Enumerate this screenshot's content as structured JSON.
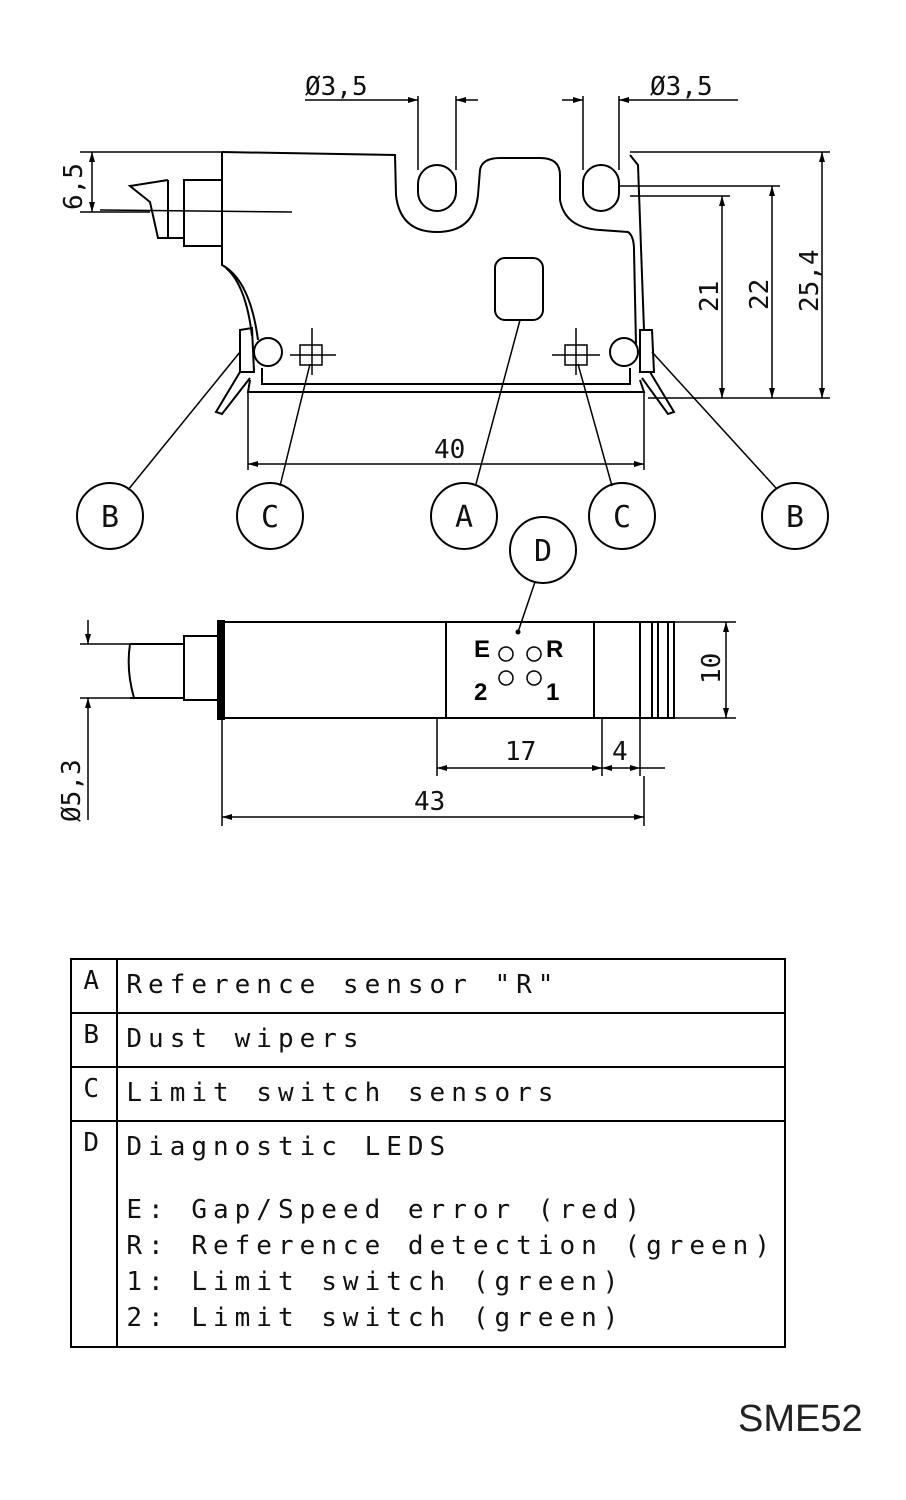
{
  "dimensions": {
    "hole_left": "Ø3,5",
    "hole_right": "Ø3,5",
    "cable_top": "6,5",
    "h21": "21",
    "h22": "22",
    "h25": "25,4",
    "width40": "40",
    "height10": "10",
    "cable_dia": "Ø5,3",
    "len17": "17",
    "len4": "4",
    "len43": "43"
  },
  "callouts": {
    "b_left": "B",
    "c_left": "C",
    "a": "A",
    "c_right": "C",
    "b_right": "B",
    "d": "D"
  },
  "leds": {
    "e": "E",
    "r": "R",
    "two": "2",
    "one": "1"
  },
  "legend": {
    "rows": [
      {
        "key": "A",
        "text": "Reference sensor \"R\""
      },
      {
        "key": "B",
        "text": "Dust wipers"
      },
      {
        "key": "C",
        "text": "Limit switch sensors"
      },
      {
        "key": "D",
        "text": "Diagnostic LEDS"
      }
    ],
    "d_items": [
      "E: Gap/Speed error (red)",
      "R: Reference detection (green)",
      "1: Limit switch (green)",
      "2: Limit switch (green)"
    ]
  },
  "model": "SME52"
}
